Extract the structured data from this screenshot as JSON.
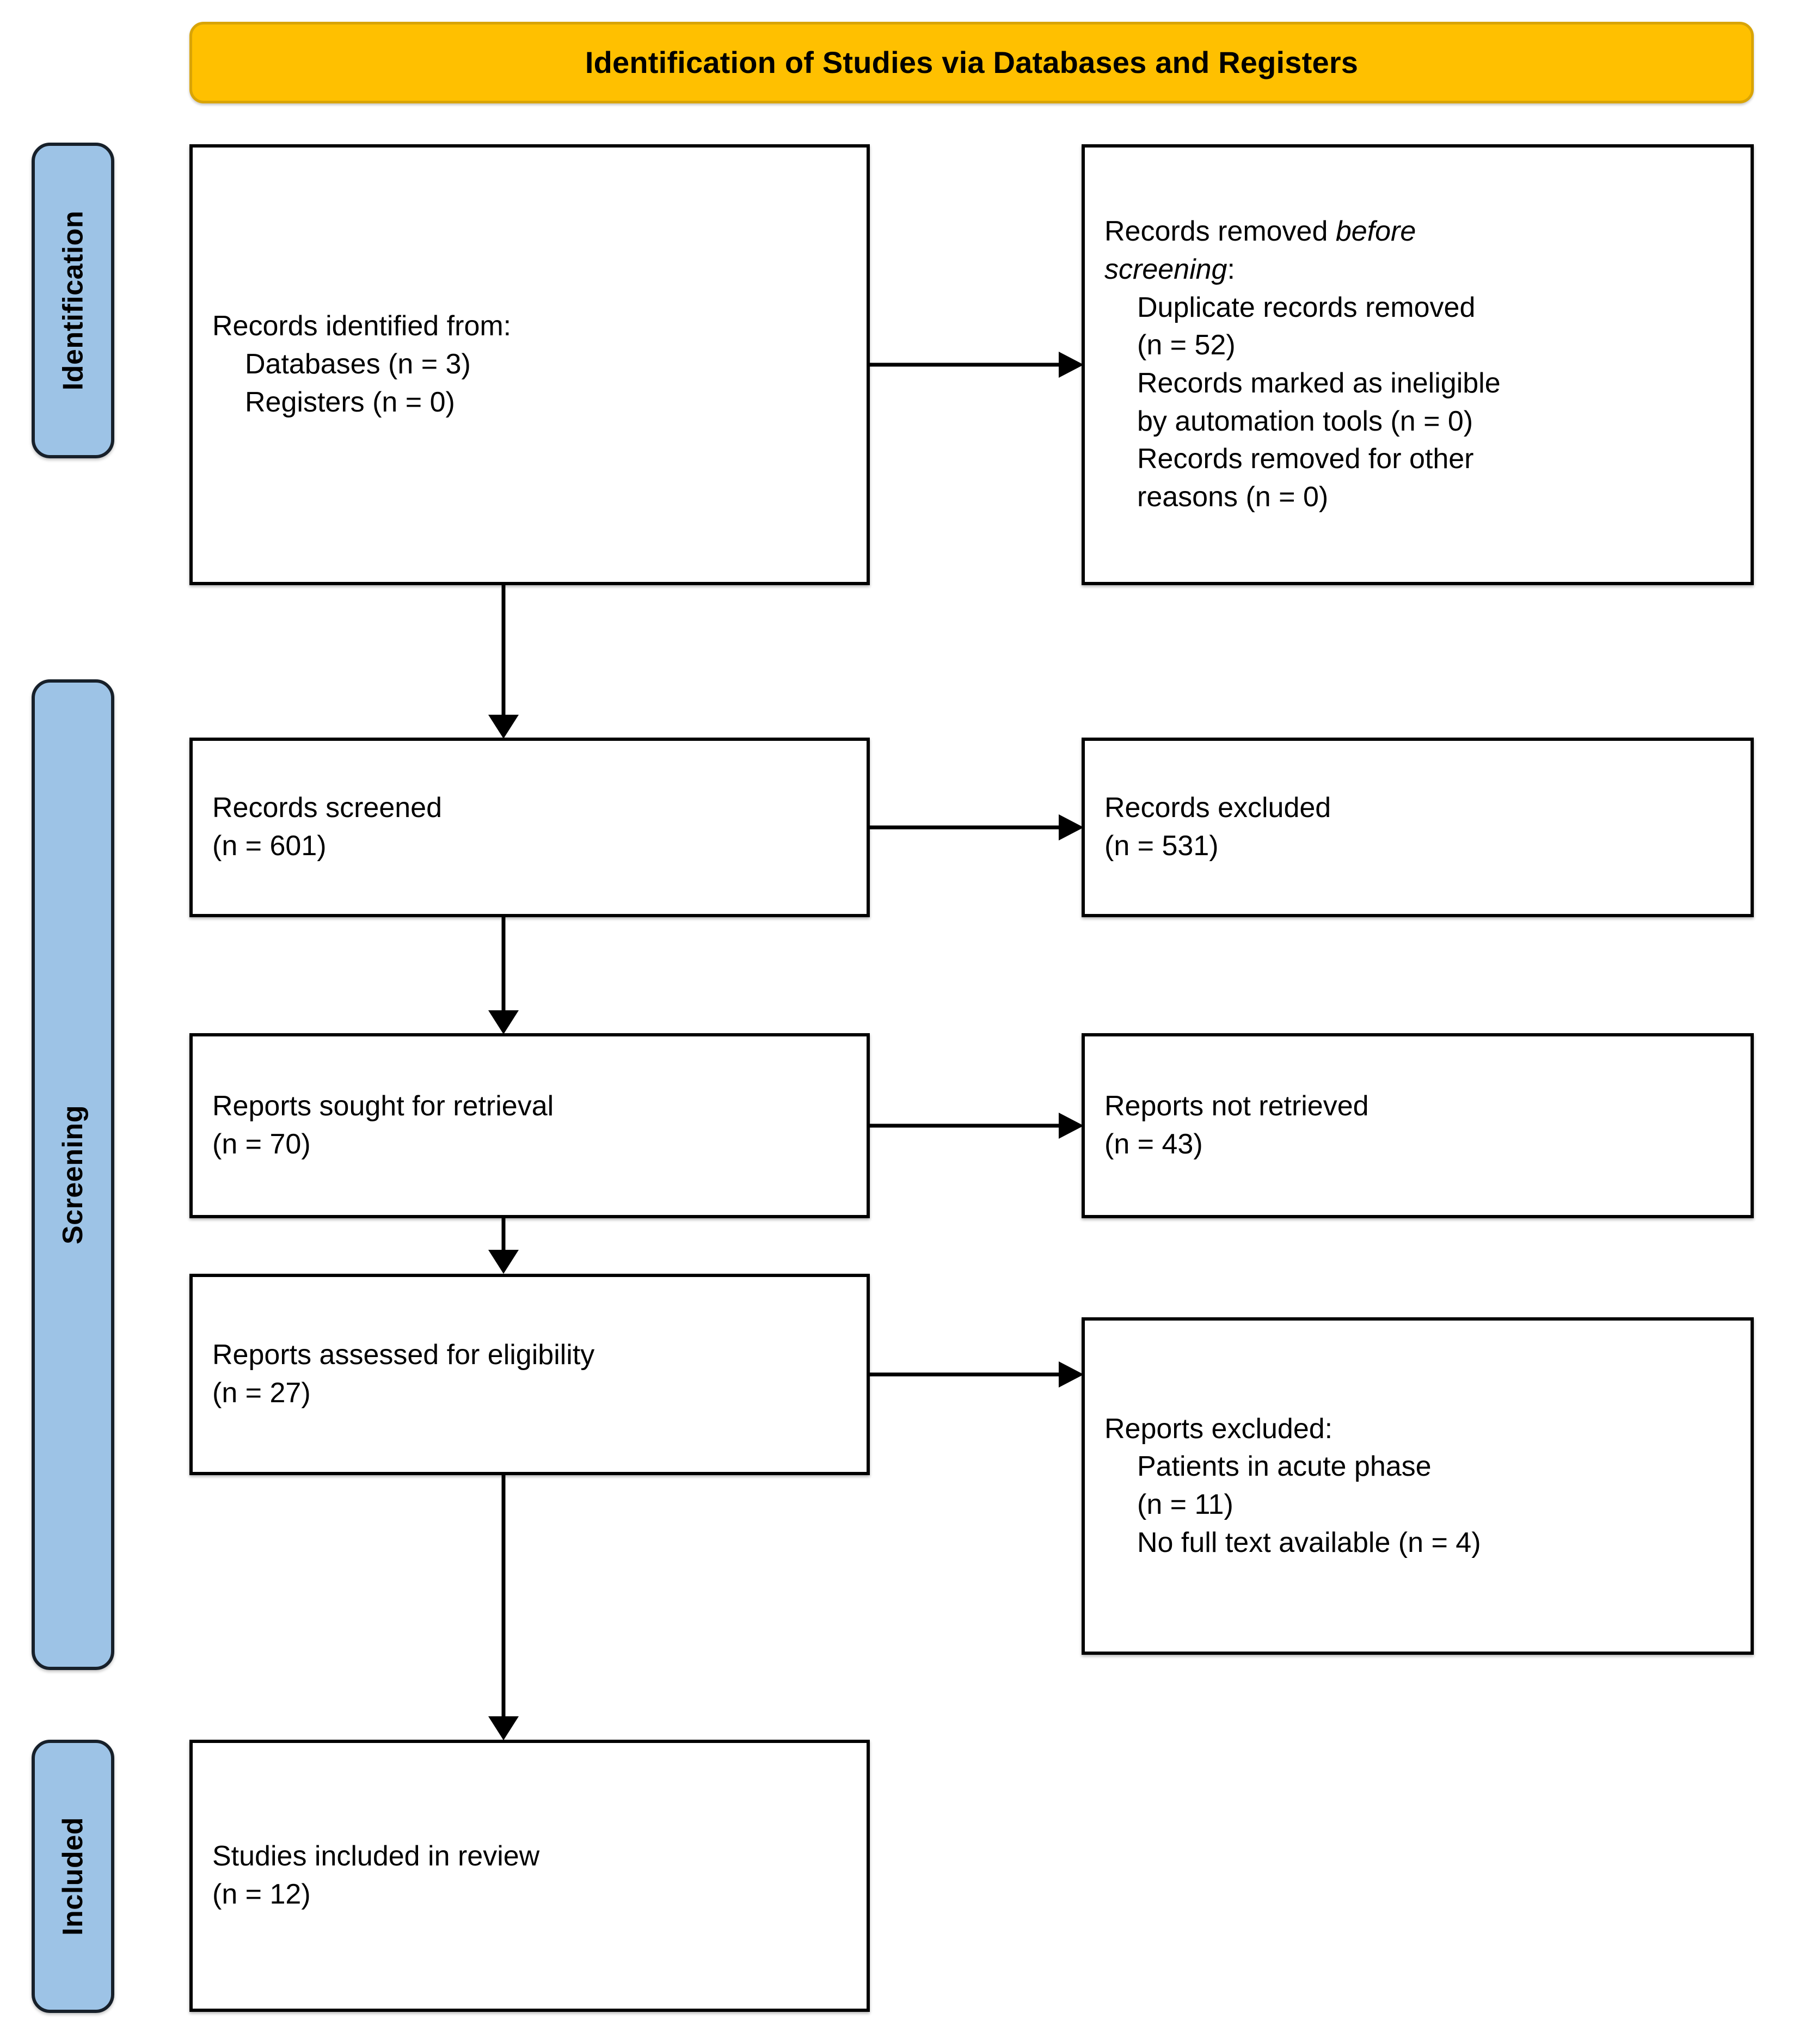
{
  "header": {
    "title": "Identification of Studies via Databases and Registers",
    "background_color": "#FFC000",
    "border_color": "#D9A406"
  },
  "stages": [
    {
      "id": "identification",
      "label": "Identification"
    },
    {
      "id": "screening",
      "label": "Screening"
    },
    {
      "id": "included",
      "label": "Included"
    }
  ],
  "stage_color": "#9DC3E6",
  "boxes": {
    "identified": {
      "line1": "Records identified from:",
      "line2": "Databases (n = 3)",
      "line3": "Registers (n = 0)"
    },
    "removed": {
      "line1_plain": "Records removed ",
      "line1_italic": "before",
      "line2_italic": "screening",
      "line2_plain": ":",
      "line3": "Duplicate records removed",
      "line4": "(n = 52)",
      "line5": "Records marked as ineligible",
      "line6": "by automation tools (n = 0)",
      "line7": "Records removed for other",
      "line8": "reasons (n = 0)"
    },
    "screened": {
      "line1": "Records screened",
      "line2": "(n = 601)"
    },
    "excluded_records": {
      "line1": "Records excluded",
      "line2": "(n = 531)"
    },
    "sought": {
      "line1": "Reports sought for retrieval",
      "line2": "(n = 70)"
    },
    "not_retrieved": {
      "line1": "Reports not retrieved",
      "line2": "(n = 43)"
    },
    "assessed": {
      "line1": "Reports assessed for eligibility",
      "line2": "(n = 27)"
    },
    "excluded_reports": {
      "line1": "Reports excluded:",
      "line2": "Patients in acute phase",
      "line3": "(n = 11)",
      "line4": "No full text available (n = 4)"
    },
    "included": {
      "line1": "Studies included in review",
      "line2": "(n = 12)"
    }
  },
  "chart_data": {
    "type": "diagram",
    "title": "Identification of Studies via Databases and Registers",
    "diagram_kind": "PRISMA 2020 flow diagram",
    "stages": [
      "Identification",
      "Screening",
      "Included"
    ],
    "nodes": [
      {
        "id": "identified",
        "stage": "Identification",
        "label": "Records identified from: Databases (n = 3); Registers (n = 0)",
        "values": {
          "databases": 3,
          "registers": 0
        }
      },
      {
        "id": "removed",
        "stage": "Identification",
        "label": "Records removed before screening",
        "values": {
          "duplicate_records_removed": 52,
          "marked_ineligible_by_automation_tools": 0,
          "removed_for_other_reasons": 0
        }
      },
      {
        "id": "screened",
        "stage": "Screening",
        "label": "Records screened",
        "values": {
          "n": 601
        }
      },
      {
        "id": "excluded_records",
        "stage": "Screening",
        "label": "Records excluded",
        "values": {
          "n": 531
        }
      },
      {
        "id": "sought",
        "stage": "Screening",
        "label": "Reports sought for retrieval",
        "values": {
          "n": 70
        }
      },
      {
        "id": "not_retrieved",
        "stage": "Screening",
        "label": "Reports not retrieved",
        "values": {
          "n": 43
        }
      },
      {
        "id": "assessed",
        "stage": "Screening",
        "label": "Reports assessed for eligibility",
        "values": {
          "n": 27
        }
      },
      {
        "id": "excluded_reports",
        "stage": "Screening",
        "label": "Reports excluded",
        "values": {
          "patients_in_acute_phase": 11,
          "no_full_text_available": 4
        }
      },
      {
        "id": "included",
        "stage": "Included",
        "label": "Studies included in review",
        "values": {
          "n": 12
        }
      }
    ],
    "edges": [
      {
        "from": "identified",
        "to": "removed",
        "direction": "right"
      },
      {
        "from": "identified",
        "to": "screened",
        "direction": "down"
      },
      {
        "from": "screened",
        "to": "excluded_records",
        "direction": "right"
      },
      {
        "from": "screened",
        "to": "sought",
        "direction": "down"
      },
      {
        "from": "sought",
        "to": "not_retrieved",
        "direction": "right"
      },
      {
        "from": "sought",
        "to": "assessed",
        "direction": "down"
      },
      {
        "from": "assessed",
        "to": "excluded_reports",
        "direction": "right"
      },
      {
        "from": "assessed",
        "to": "included",
        "direction": "down"
      }
    ]
  }
}
